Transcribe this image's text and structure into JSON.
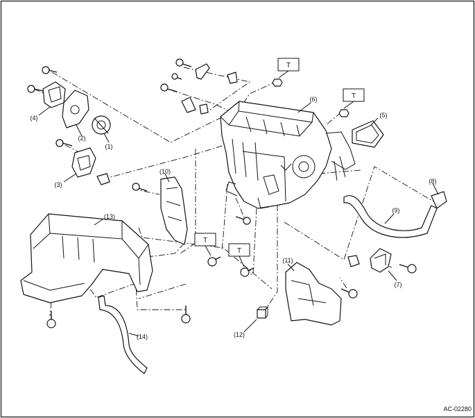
{
  "figure_code": "AC-02280",
  "torque_mark": "T",
  "callouts": [
    "(1)",
    "(2)",
    "(3)",
    "(4)",
    "(5)",
    "(6)",
    "(7)",
    "(8)",
    "(9)",
    "(10)",
    "(11)",
    "(12)",
    "(13)",
    "(14)"
  ]
}
